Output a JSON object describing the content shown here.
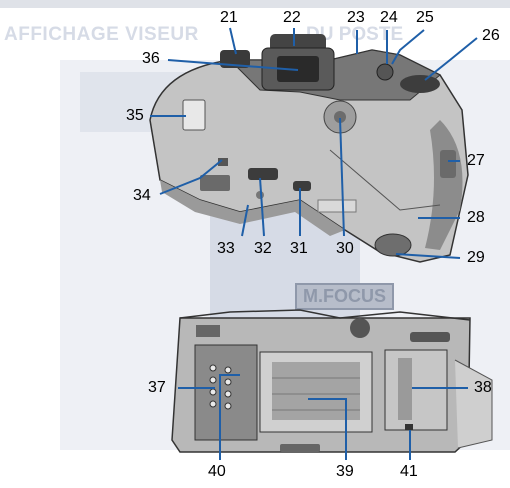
{
  "background_text": {
    "heading_left": "AFFICHAGE VISEUR",
    "heading_right": "DU POSTE",
    "display_label": "M.FOCUS"
  },
  "figures": [
    {
      "name": "camera-rear-view",
      "callouts": [
        "21",
        "22",
        "23",
        "24",
        "25",
        "26",
        "27",
        "28",
        "29",
        "30",
        "31",
        "32",
        "33",
        "34",
        "35",
        "36"
      ]
    },
    {
      "name": "camera-back-open-view",
      "callouts": [
        "37",
        "38",
        "39",
        "40",
        "41"
      ]
    }
  ],
  "colors": {
    "camera_body": "#bfbfbf",
    "camera_dark": "#555555",
    "line": "#1f5fa8",
    "ghost": "#d6dbe6"
  }
}
